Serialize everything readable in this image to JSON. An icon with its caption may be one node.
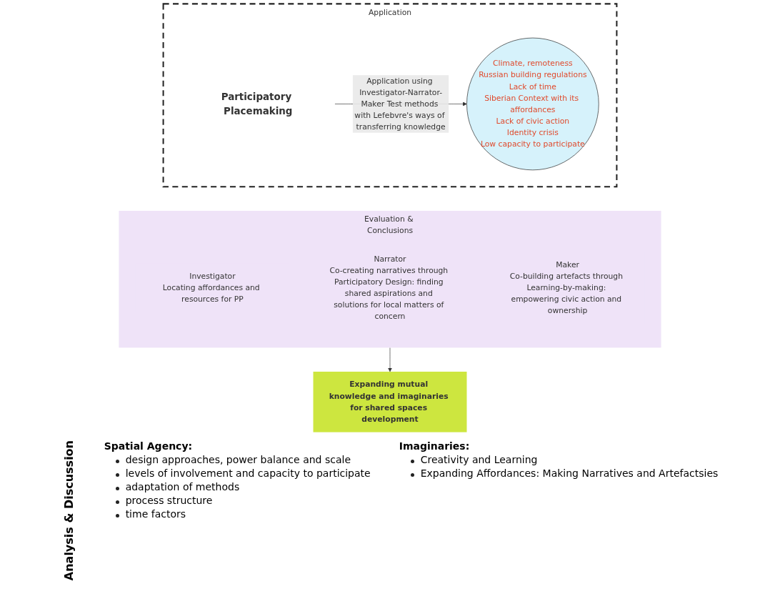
{
  "diagram": {
    "nodes": [
      {
        "text": [
          "Application"
        ]
      },
      {
        "text": [
          "Participatory Placemaking"
        ],
        "in": 0
      },
      {
        "text": [
          "Climate, remoteness",
          "Russian building regulations",
          "Lack of time",
          "Siberian Context with its affordances",
          "Lack of civic action",
          "Identity crisis",
          "Low capacity to participate"
        ],
        "in": 0
      },
      {
        "text": [
          "Evaluation & Conclusions"
        ]
      },
      {
        "text": [
          "Investigator",
          "Locating affordances and resources for PP"
        ],
        "in": 3
      },
      {
        "text": [
          "Narrator",
          "Co-creating narratives through Participatory Design: finding shared aspirations and solutions for local matters of concern"
        ],
        "in": 3
      },
      {
        "text": [
          "Maker",
          "Co-building artefacts through Learning-by-making: empowering civic action and ownership"
        ],
        "in": 3
      },
      {
        "text": [
          "Expanding mutual knowledge and imaginaries for shared spaces development"
        ]
      }
    ],
    "edges": [
      {
        "from": 1,
        "to": 2,
        "arrow": "to",
        "label": "Application using Investigator-Narrator-Maker Test methods with Lefebvre's ways of transferring knowledge"
      },
      {
        "from": 3,
        "to": 7,
        "arrow": "to"
      }
    ],
    "labels": [
      "Analysis & Discussion",
      "Spatial Agency:",
      "design approaches, power balance and scale",
      "levels of involvement and capacity to participate",
      "adaptation of methods",
      "process structure",
      "time factors",
      "Imaginaries:",
      "Creativity and Learning",
      "Expanding Affordances: Making Narratives and Artefactsies"
    ]
  }
}
